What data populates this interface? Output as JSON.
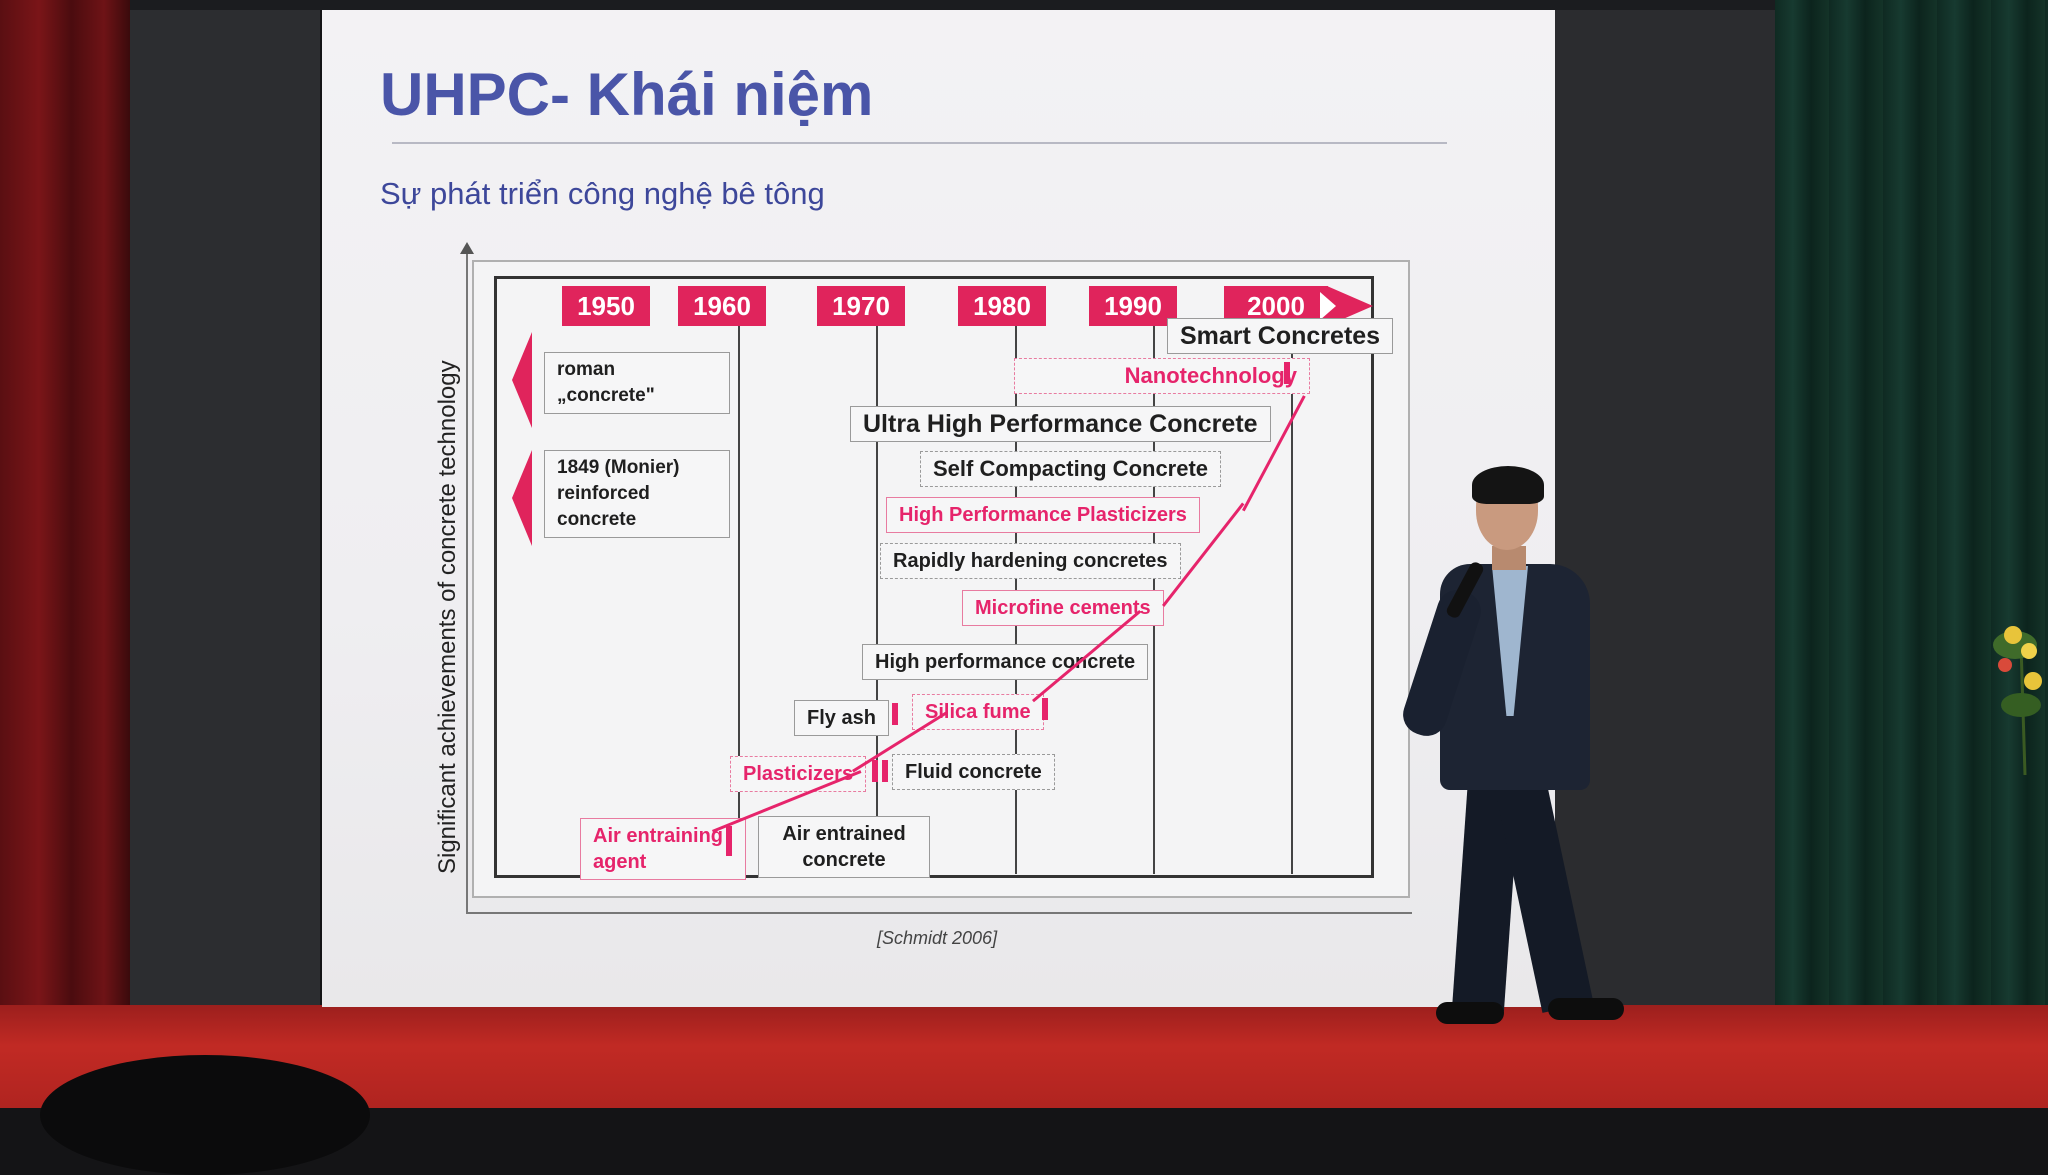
{
  "slide": {
    "title": "UHPC- Khái niệm",
    "subtitle": "Sự phát triển công nghệ bê tông",
    "citation": "[Schmidt 2006]"
  },
  "diagram": {
    "y_axis_label": "Significant achievements of concrete technology",
    "years": [
      "1950",
      "1960",
      "1970",
      "1980",
      "1990",
      "2000"
    ],
    "items": {
      "smart": "Smart Concretes",
      "nano": "Nanotechnology",
      "uhpc": "Ultra High Performance Concrete",
      "scc": "Self Compacting Concrete",
      "hpp": "High Performance Plasticizers",
      "rhc": "Rapidly hardening concretes",
      "mfc": "Microfine cements",
      "hpc": "High performance concrete",
      "flyash": "Fly ash",
      "silica": "Silica fume",
      "plast": "Plasticizers",
      "fluid": "Fluid concrete",
      "aea": "Air entraining agent",
      "aec": "Air entrained concrete",
      "roman": "roman „concrete\"",
      "monier": "1849 (Monier) reinforced concrete"
    },
    "colors": {
      "accent": "#e0245c",
      "title": "#4a55a8"
    }
  },
  "scene": {
    "elements": [
      "curtain",
      "projection-screen",
      "presenter",
      "microphone",
      "stage-floor",
      "flowers"
    ]
  }
}
